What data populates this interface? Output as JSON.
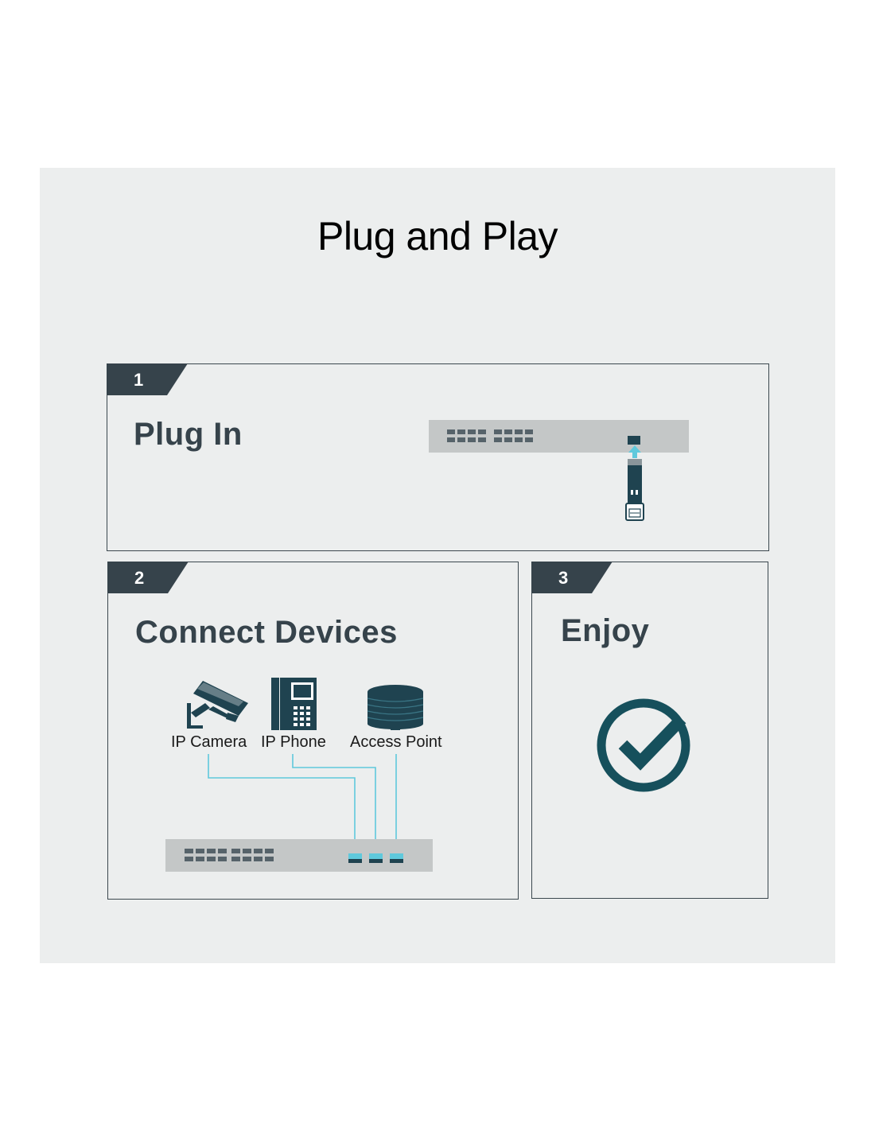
{
  "title": "Plug and Play",
  "steps": [
    {
      "number": "1",
      "title": "Plug In"
    },
    {
      "number": "2",
      "title": "Connect Devices",
      "devices": [
        {
          "label": "IP Camera",
          "icon": "ip-camera-icon"
        },
        {
          "label": "IP Phone",
          "icon": "ip-phone-icon"
        },
        {
          "label": "Access Point",
          "icon": "access-point-icon"
        }
      ]
    },
    {
      "number": "3",
      "title": "Enjoy",
      "icon": "check-circle-icon"
    }
  ],
  "colors": {
    "panel_bg": "#eceeee",
    "dark": "#36434b",
    "teal_dark": "#16505c",
    "accent_cyan": "#5fc9dc",
    "switch_gray": "#c4c7c7"
  }
}
